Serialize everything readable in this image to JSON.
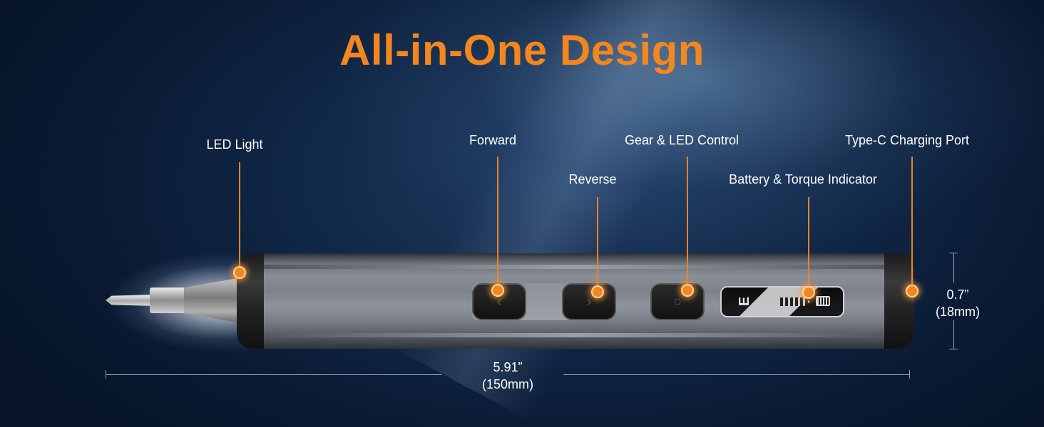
{
  "title": "All-in-One Design",
  "colors": {
    "accent": "#f4861e",
    "background": "#0c1e3a",
    "text": "#ffffff"
  },
  "callouts": {
    "led_light": "LED Light",
    "forward": "Forward",
    "reverse": "Reverse",
    "gear_led_control": "Gear & LED Control",
    "battery_torque": "Battery & Torque Indicator",
    "type_c_port": "Type-C Charging Port"
  },
  "buttons": {
    "forward_icon": "‹",
    "reverse_icon": "›",
    "gear_icon": "○"
  },
  "display": {
    "gear_letter": "E"
  },
  "dimensions": {
    "length_in": "5.91”",
    "length_mm": "(150mm)",
    "diameter_in": "0.7”",
    "diameter_mm": "(18mm)"
  }
}
